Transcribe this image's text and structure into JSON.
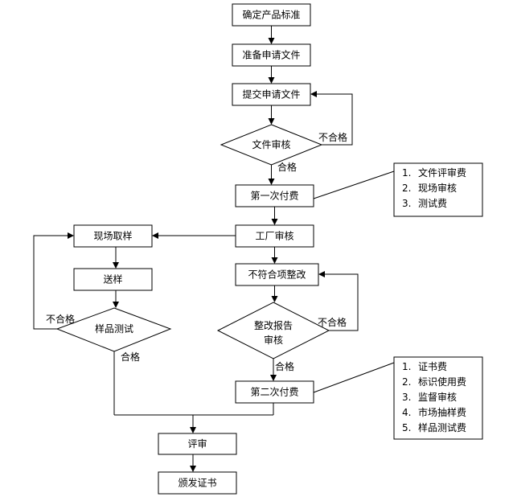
{
  "nodes": {
    "confirm_standard": "确定产品标准",
    "prepare_docs": "准备申请文件",
    "submit_docs": "提交申请文件",
    "doc_review": "文件审核",
    "first_payment": "第一次付费",
    "factory_audit": "工厂审核",
    "field_sampling": "现场取样",
    "send_sample": "送样",
    "sample_test": "样品测试",
    "nonconformity_fix": "不符合项整改",
    "fix_report_review_line1": "整改报告",
    "fix_report_review_line2": "审核",
    "second_payment": "第二次付费",
    "evaluation": "评审",
    "issue_certificate": "颁发证书"
  },
  "edge_labels": {
    "doc_review_fail": "不合格",
    "doc_review_pass": "合格",
    "sample_test_fail": "不合格",
    "sample_test_pass": "合格",
    "fix_review_fail": "不合格",
    "fix_review_pass": "合格"
  },
  "notes": {
    "first_fees": [
      "文件评审费",
      "现场审核",
      "测试费"
    ],
    "second_fees": [
      "证书费",
      "标识使用费",
      "监督审核",
      "市场抽样费",
      "样品测试费"
    ]
  }
}
